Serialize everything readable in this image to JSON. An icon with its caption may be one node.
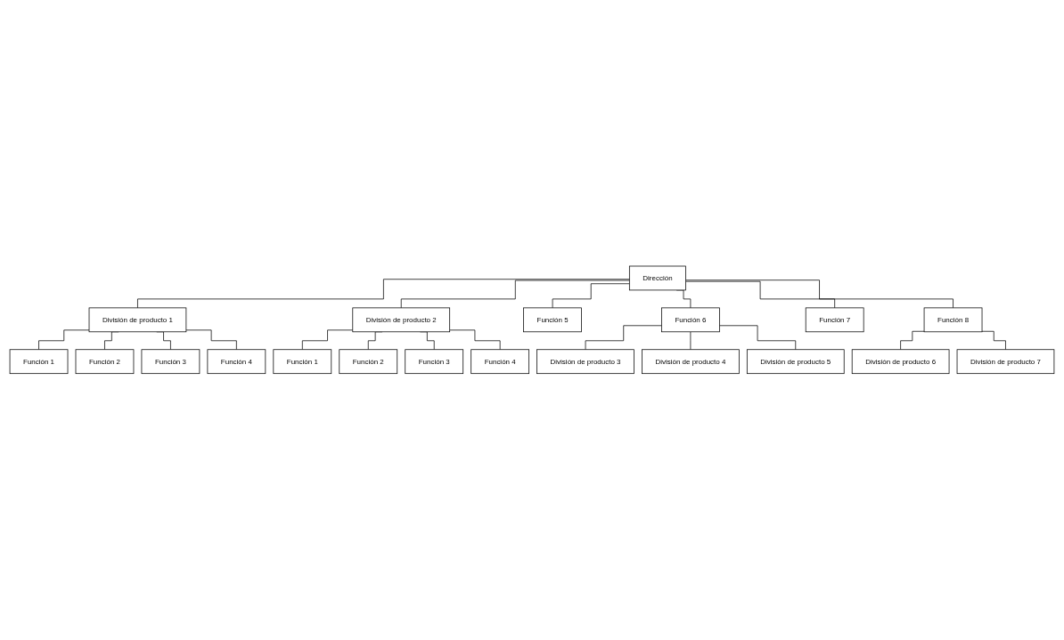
{
  "diagram": {
    "nodes": [
      {
        "text": [
          "Dirección"
        ]
      },
      {
        "text": [
          "División de producto 1"
        ]
      },
      {
        "text": [
          "División de producto 2"
        ]
      },
      {
        "text": [
          "Función 5"
        ]
      },
      {
        "text": [
          "Función 6"
        ]
      },
      {
        "text": [
          "Función 7"
        ]
      },
      {
        "text": [
          "Función 8"
        ]
      },
      {
        "text": [
          "Función 1"
        ]
      },
      {
        "text": [
          "Función 2"
        ]
      },
      {
        "text": [
          "Función 3"
        ]
      },
      {
        "text": [
          "Función 4"
        ]
      },
      {
        "text": [
          "Función 1"
        ]
      },
      {
        "text": [
          "Función 2"
        ]
      },
      {
        "text": [
          "Función 3"
        ]
      },
      {
        "text": [
          "Función 4"
        ]
      },
      {
        "text": [
          "División de producto 3"
        ]
      },
      {
        "text": [
          "División de producto 4"
        ]
      },
      {
        "text": [
          "División de producto 5"
        ]
      },
      {
        "text": [
          "División de producto 6"
        ]
      },
      {
        "text": [
          "División de producto 7"
        ]
      }
    ],
    "edges": [
      {
        "from": 0,
        "to": 1,
        "arrow": "none"
      },
      {
        "from": 0,
        "to": 2,
        "arrow": "none"
      },
      {
        "from": 0,
        "to": 3,
        "arrow": "none"
      },
      {
        "from": 0,
        "to": 4,
        "arrow": "none"
      },
      {
        "from": 0,
        "to": 5,
        "arrow": "none"
      },
      {
        "from": 0,
        "to": 6,
        "arrow": "none"
      },
      {
        "from": 1,
        "to": 7,
        "arrow": "none"
      },
      {
        "from": 1,
        "to": 8,
        "arrow": "none"
      },
      {
        "from": 1,
        "to": 9,
        "arrow": "none"
      },
      {
        "from": 1,
        "to": 10,
        "arrow": "none"
      },
      {
        "from": 2,
        "to": 11,
        "arrow": "none"
      },
      {
        "from": 2,
        "to": 12,
        "arrow": "none"
      },
      {
        "from": 2,
        "to": 13,
        "arrow": "none"
      },
      {
        "from": 2,
        "to": 14,
        "arrow": "none"
      },
      {
        "from": 4,
        "to": 15,
        "arrow": "none"
      },
      {
        "from": 4,
        "to": 16,
        "arrow": "none"
      },
      {
        "from": 4,
        "to": 17,
        "arrow": "none"
      },
      {
        "from": 6,
        "to": 18,
        "arrow": "none"
      },
      {
        "from": 6,
        "to": 19,
        "arrow": "none"
      }
    ]
  }
}
